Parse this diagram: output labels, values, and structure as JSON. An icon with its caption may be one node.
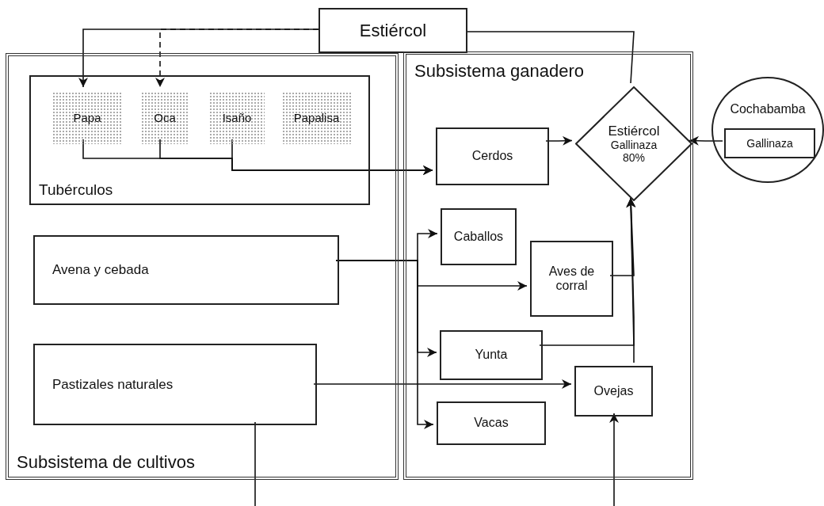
{
  "diagram": {
    "nodes": [
      {
        "text": [
          "Estiércol"
        ]
      },
      {
        "text": [
          "Subsistema de cultivos"
        ]
      },
      {
        "text": [
          "Tubérculos"
        ],
        "in": 1
      },
      {
        "text": [
          "Papa"
        ],
        "in": 2
      },
      {
        "text": [
          "Oca"
        ],
        "in": 2
      },
      {
        "text": [
          "Isaño"
        ],
        "in": 2
      },
      {
        "text": [
          "Papalisa"
        ],
        "in": 2
      },
      {
        "text": [
          "Avena y cebada"
        ],
        "in": 1
      },
      {
        "text": [
          "Pastizales naturales"
        ],
        "in": 1
      },
      {
        "text": [
          "Subsistema ganadero"
        ]
      },
      {
        "text": [
          "Cerdos"
        ],
        "in": 9
      },
      {
        "text": [
          "Estiércol",
          "Gallinaza 80%"
        ],
        "in": 9
      },
      {
        "text": [
          "Cochabamba"
        ]
      },
      {
        "text": [
          "Gallinaza"
        ],
        "in": 12
      },
      {
        "text": [
          "Caballos"
        ],
        "in": 9
      },
      {
        "text": [
          "Aves de corral"
        ],
        "in": 9
      },
      {
        "text": [
          "Yunta"
        ],
        "in": 9
      },
      {
        "text": [
          "Ovejas"
        ],
        "in": 9
      },
      {
        "text": [
          "Vacas"
        ],
        "in": 9
      }
    ],
    "edges": [
      {
        "from": 0,
        "to": 3,
        "arrow": "to"
      },
      {
        "from": 0,
        "to": 4,
        "arrow": "to",
        "style": "dashed"
      },
      {
        "from": 0,
        "to": 11,
        "arrow": "none"
      },
      {
        "from": 3,
        "to": 10,
        "arrow": "to"
      },
      {
        "from": 4,
        "to": 10,
        "arrow": "to"
      },
      {
        "from": 5,
        "to": 10,
        "arrow": "to"
      },
      {
        "from": 10,
        "to": 11,
        "arrow": "to"
      },
      {
        "from": 13,
        "to": 11,
        "arrow": "to"
      },
      {
        "from": 7,
        "to": 14,
        "arrow": "to"
      },
      {
        "from": 7,
        "to": 15,
        "arrow": "to"
      },
      {
        "from": 7,
        "to": 16,
        "arrow": "to"
      },
      {
        "from": 7,
        "to": 18,
        "arrow": "to"
      },
      {
        "from": 8,
        "to": 17,
        "arrow": "to"
      },
      {
        "from": 8,
        "to": null,
        "arrow": "none"
      },
      {
        "from": null,
        "to": 17,
        "arrow": "to"
      },
      {
        "from": 15,
        "to": 11,
        "arrow": "to"
      },
      {
        "from": 16,
        "to": 11,
        "arrow": "to"
      },
      {
        "from": 17,
        "to": 11,
        "arrow": "to"
      }
    ]
  }
}
